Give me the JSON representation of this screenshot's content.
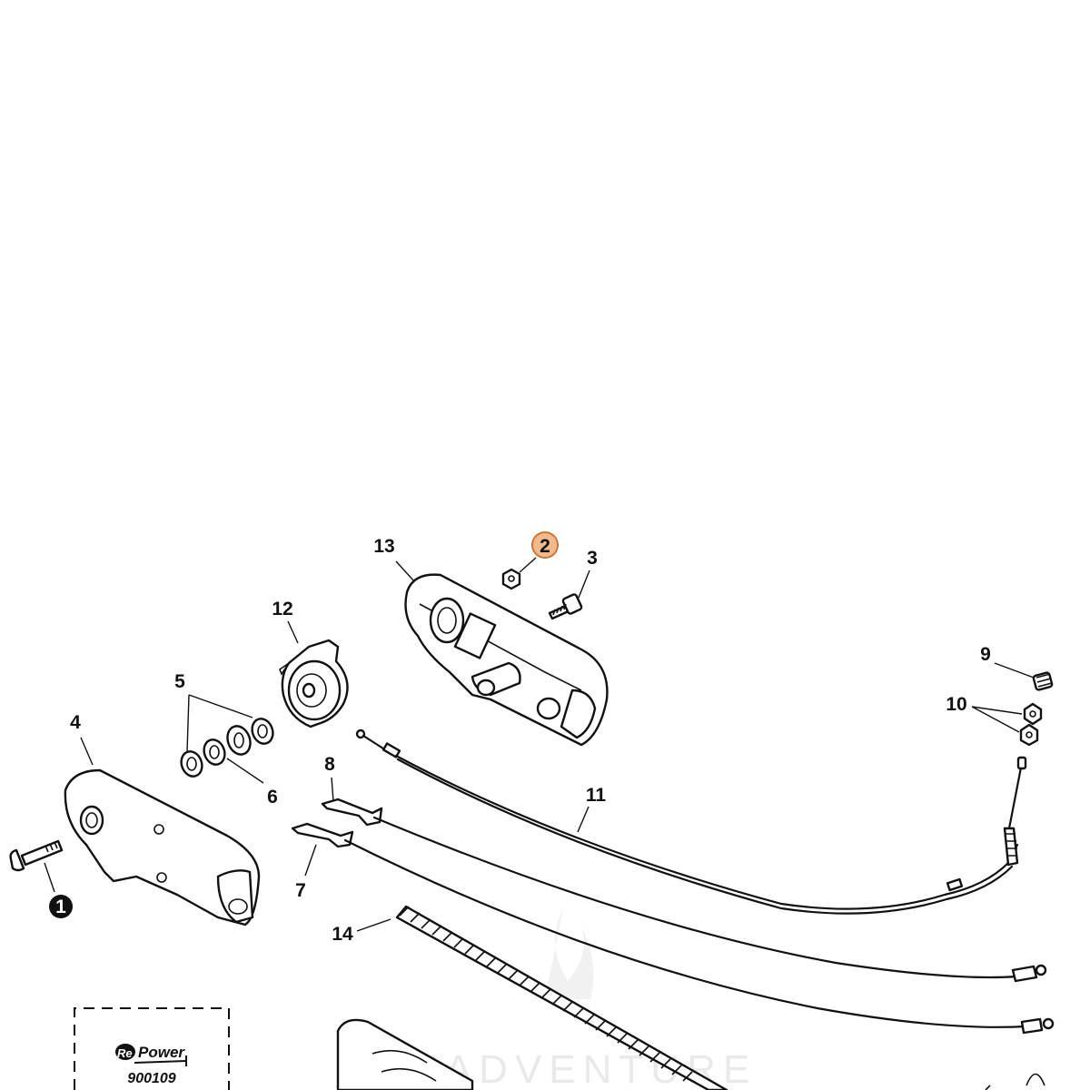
{
  "labels": {
    "l1": "1",
    "l2": "2",
    "l3": "3",
    "l4": "4",
    "l5": "5",
    "l6": "6",
    "l7": "7",
    "l8": "8",
    "l9": "9",
    "l10": "10",
    "l11": "11",
    "l12": "12",
    "l13": "13",
    "l14": "14"
  },
  "highlight": {
    "fill": "#f2b98a",
    "stroke": "#c9783d"
  },
  "repower": {
    "brand_re": "Re",
    "brand_power": "Power",
    "code": "900109"
  },
  "watermark": "LEADVENTURE"
}
